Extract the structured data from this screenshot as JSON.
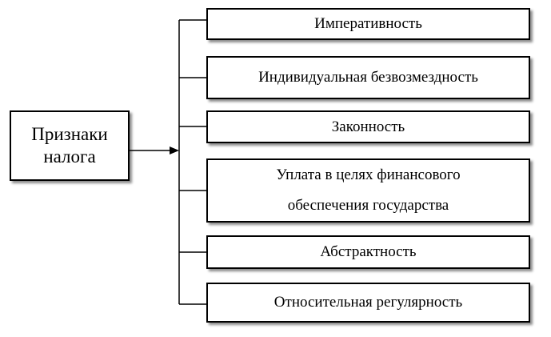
{
  "diagram": {
    "root_label": "Признаки\nналога",
    "items": [
      "Императивность",
      "Индивидуальная безвозмездность",
      "Законность",
      "Уплата в целях финансового\nобеспечения государства",
      "Абстрактность",
      "Относительная регулярность"
    ],
    "colors": {
      "line": "#000000",
      "box_border": "#000000",
      "background": "#ffffff"
    }
  }
}
